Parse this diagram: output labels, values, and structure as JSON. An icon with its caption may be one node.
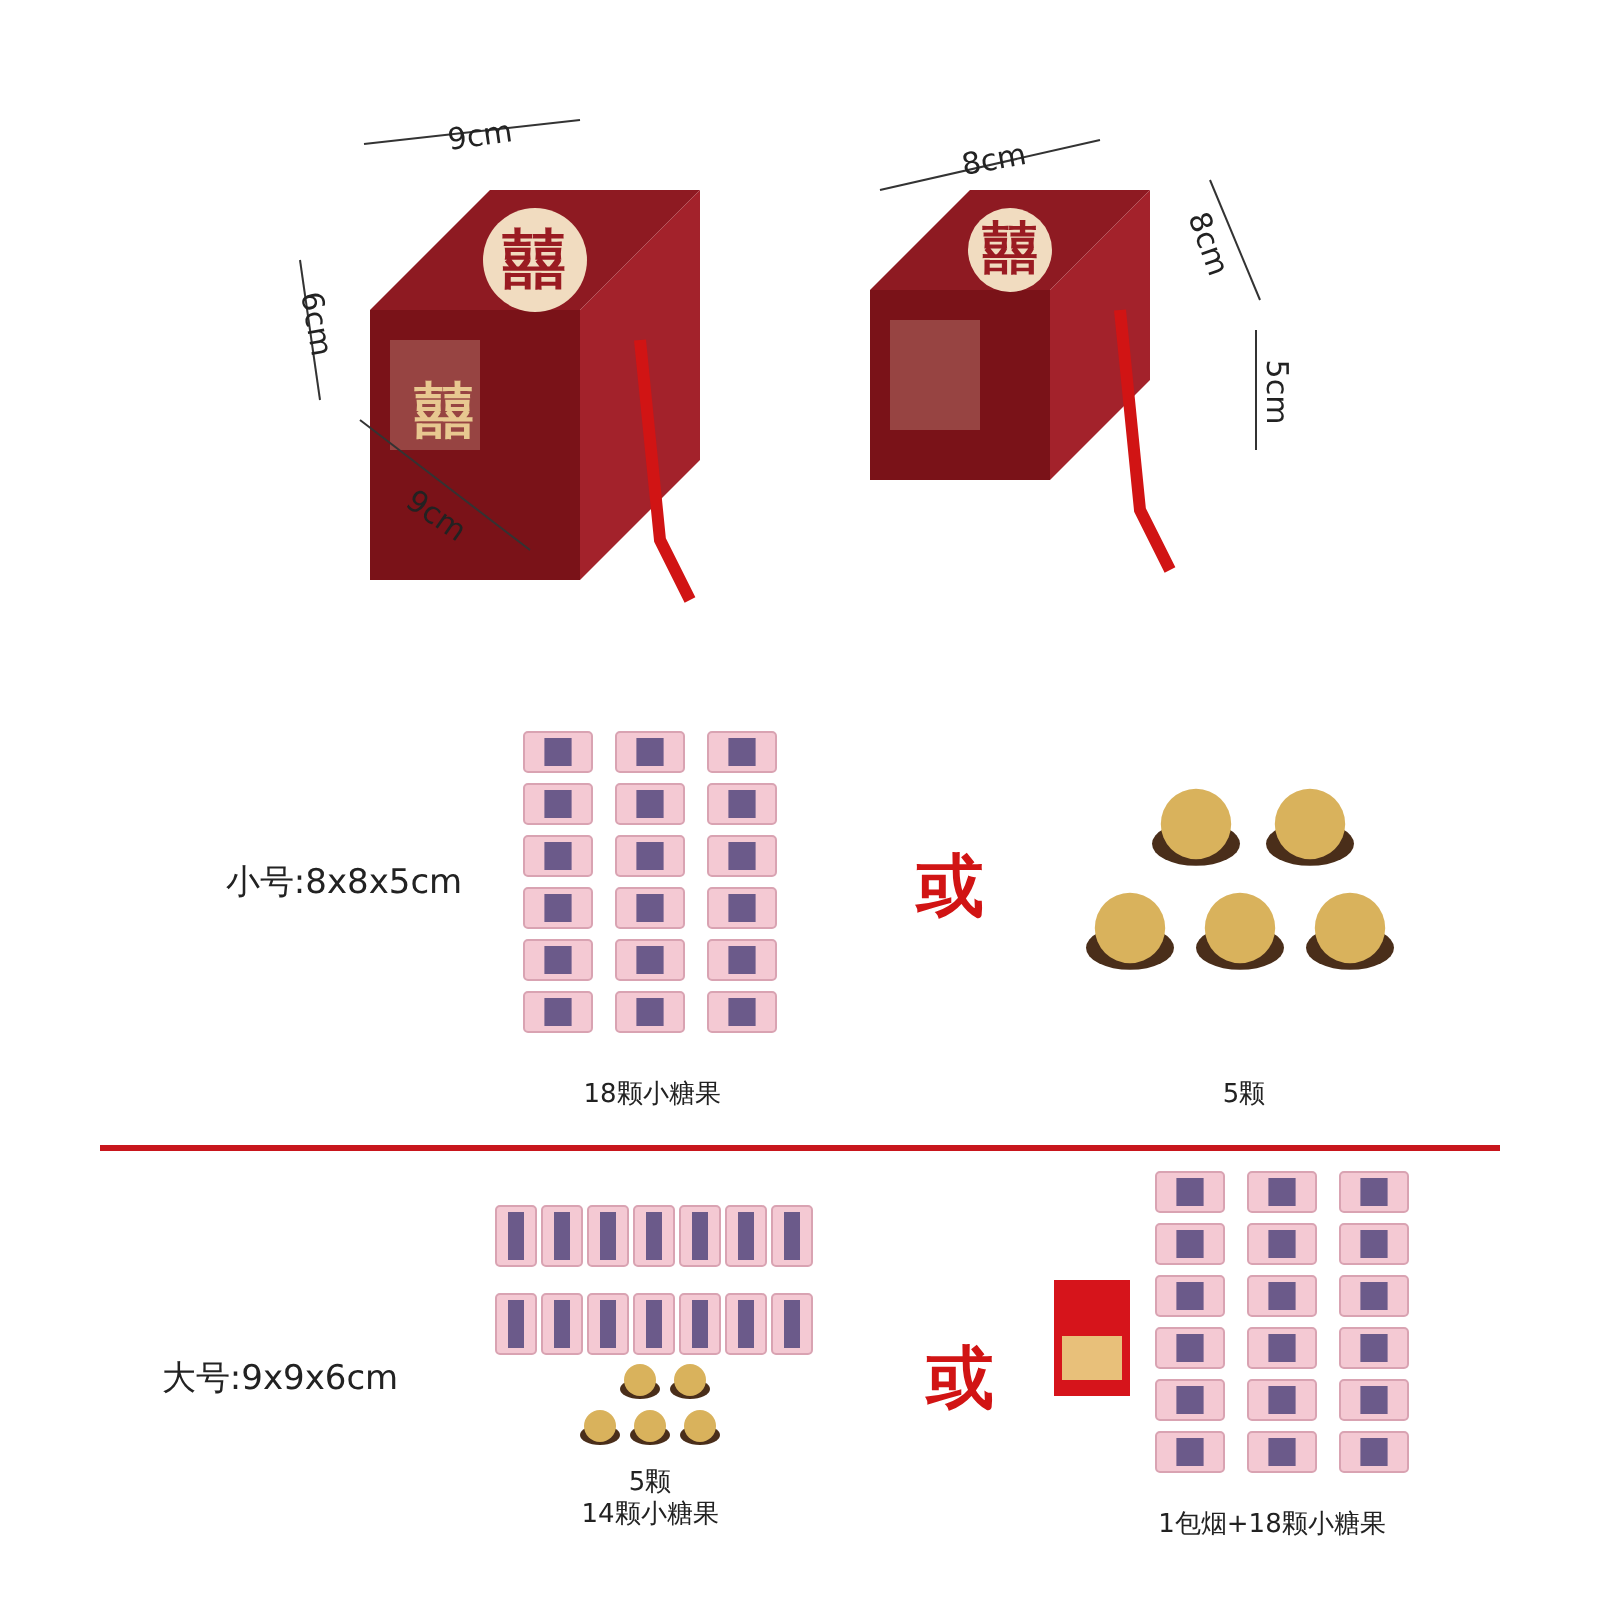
{
  "diagram": {
    "labels": [
      "9cm",
      "囍",
      "6cm",
      "囍",
      "9cm",
      "8cm",
      "囍",
      "8cm",
      "5cm",
      "小号:8x8x5cm",
      "或",
      "18颗小糖果",
      "5颗",
      "大号:9x9x6cm",
      "或",
      "5颗",
      "14颗小糖果",
      "1包烟+18颗小糖果"
    ]
  }
}
